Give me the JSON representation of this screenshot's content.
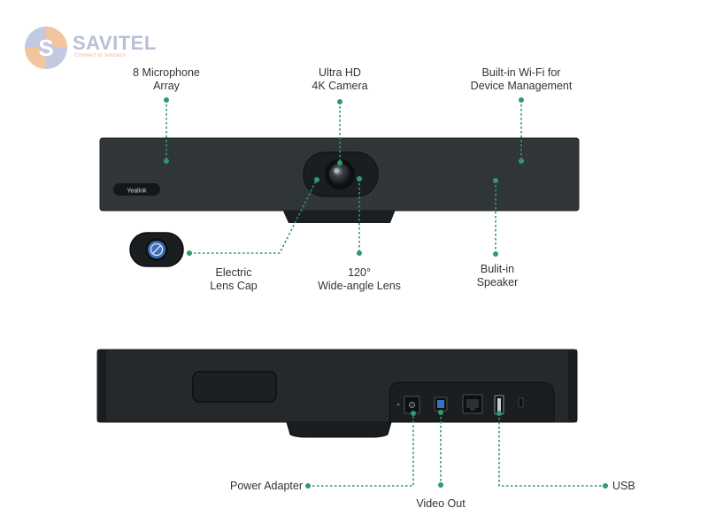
{
  "brand": {
    "logo_text": "SAVITEL",
    "logo_subtext": "Connect to success",
    "device_logo": "Yealink",
    "accent_color": "#2e9a6e"
  },
  "front_labels": {
    "mic_array": [
      "8 Microphone",
      "Array"
    ],
    "camera": [
      "Ultra HD",
      "4K Camera"
    ],
    "wifi": [
      "Built-in Wi-Fi for",
      "Device Management"
    ],
    "lens_cap": [
      "Electric",
      "Lens Cap"
    ],
    "wide_lens": [
      "120°",
      "Wide-angle Lens"
    ],
    "speaker": [
      "Bulit-in",
      "Speaker"
    ]
  },
  "rear_labels": {
    "power": "Power Adapter",
    "video_out": "Video Out",
    "usb": "USB"
  },
  "icons": [
    "lens-cap-icon",
    "camera-lens-icon",
    "power-port-icon",
    "usb-b-port-icon",
    "ethernet-port-icon",
    "usb-a-port-icon"
  ]
}
